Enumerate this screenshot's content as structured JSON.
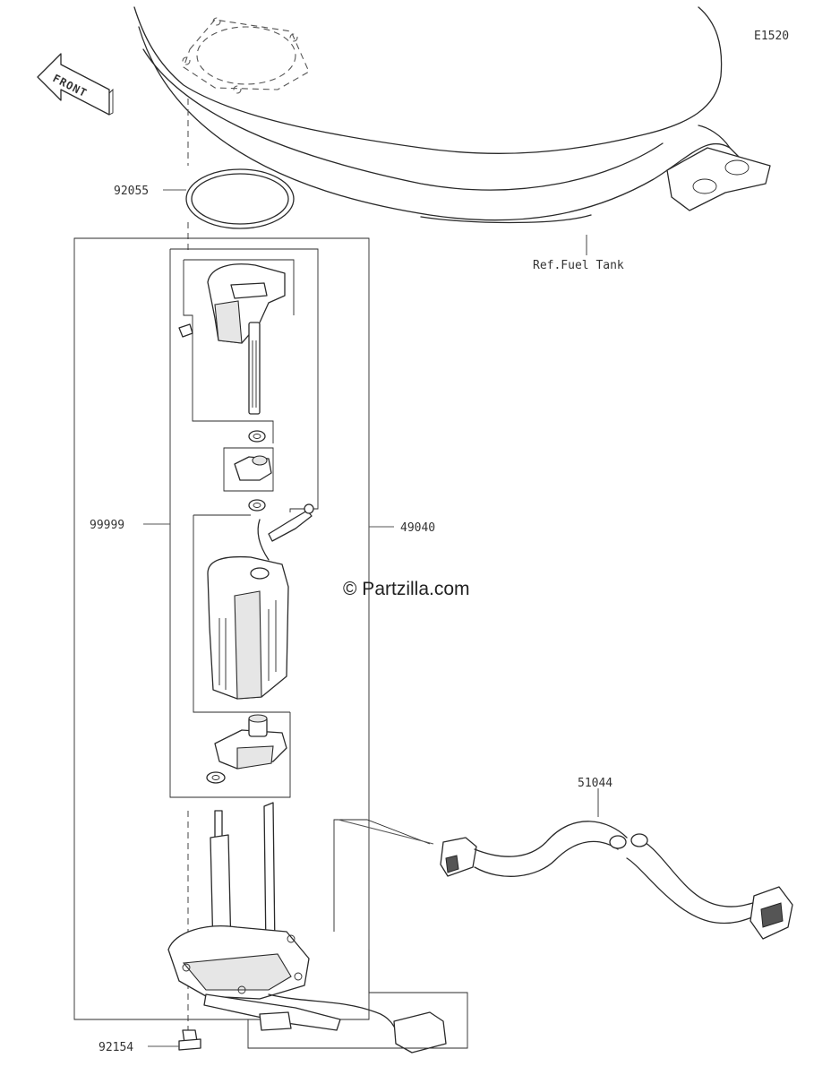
{
  "diagram_code": "E1520",
  "front_label": "FRONT",
  "ref_label": "Ref.Fuel Tank",
  "watermark": "© Partzilla.com",
  "parts": {
    "oring": "92055",
    "pump_subassembly": "99999",
    "pump_assembly": "49040",
    "hose": "51044",
    "bolt": "92154"
  }
}
